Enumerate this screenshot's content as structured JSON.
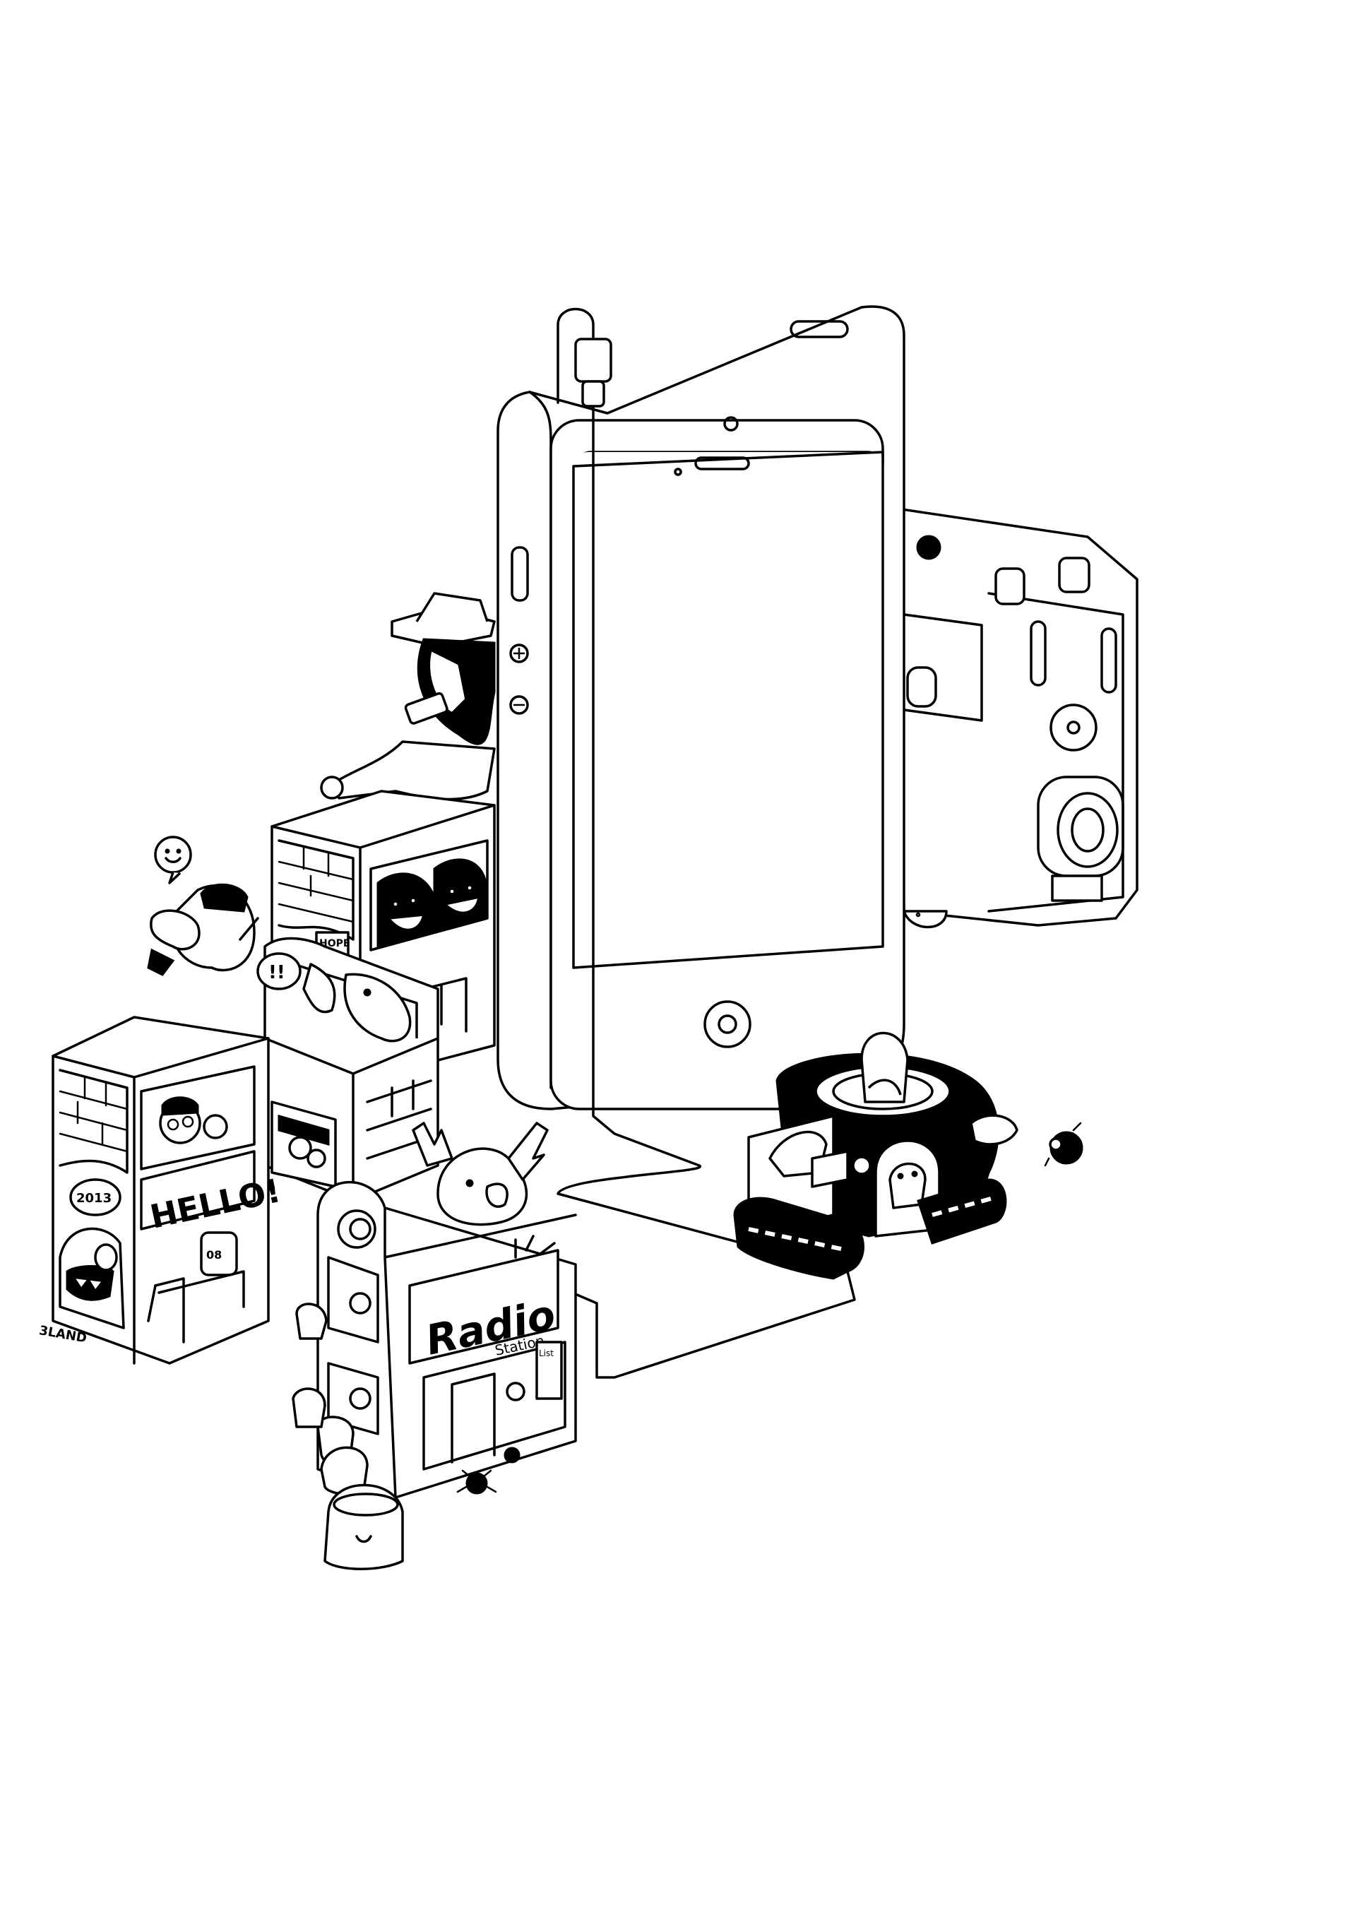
{
  "signs": {
    "hello": "HELLO!",
    "year": "2013",
    "brand": "3LAND",
    "hope": "HOPE",
    "radio": "Radio",
    "station": "Station",
    "list": "List"
  },
  "colors": {
    "ink": "#000000",
    "paper": "#ffffff"
  }
}
